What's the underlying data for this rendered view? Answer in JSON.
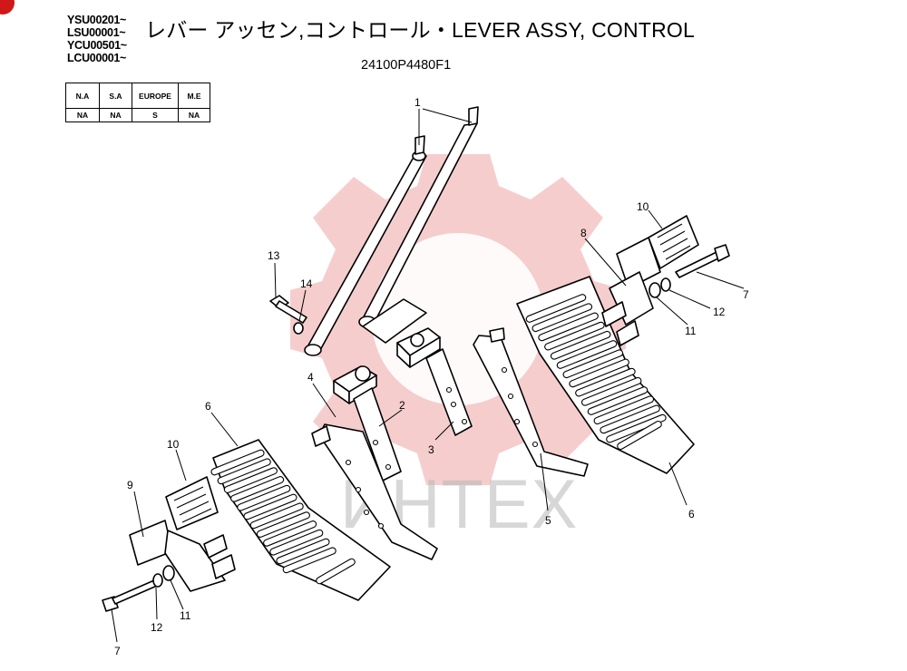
{
  "header": {
    "serials": [
      "YSU00201~",
      "LSU00001~",
      "YCU00501~",
      "LCU00001~"
    ],
    "title": "レバー アッセン,コントロール・LEVER  ASSY, CONTROL",
    "part_number": "24100P4480F1"
  },
  "market_table": {
    "headers": [
      "N.A",
      "S.A",
      "EUROPE",
      "M.E"
    ],
    "values": [
      "NA",
      "NA",
      "S",
      "NA"
    ]
  },
  "watermark": {
    "text": "ИНТЕХ",
    "gear_color": "#f2b8b8",
    "text_color": "#b8b8b8"
  },
  "callouts": {
    "c1": "1",
    "c2": "2",
    "c3": "3",
    "c4": "4",
    "c5": "5",
    "c6a": "6",
    "c6b": "6",
    "c7a": "7",
    "c7b": "7",
    "c8": "8",
    "c9": "9",
    "c10a": "10",
    "c10b": "10",
    "c11a": "11",
    "c11b": "11",
    "c12a": "12",
    "c12b": "12",
    "c13": "13",
    "c14": "14"
  },
  "accent_colors": {
    "corner_mark": "#d01818"
  }
}
